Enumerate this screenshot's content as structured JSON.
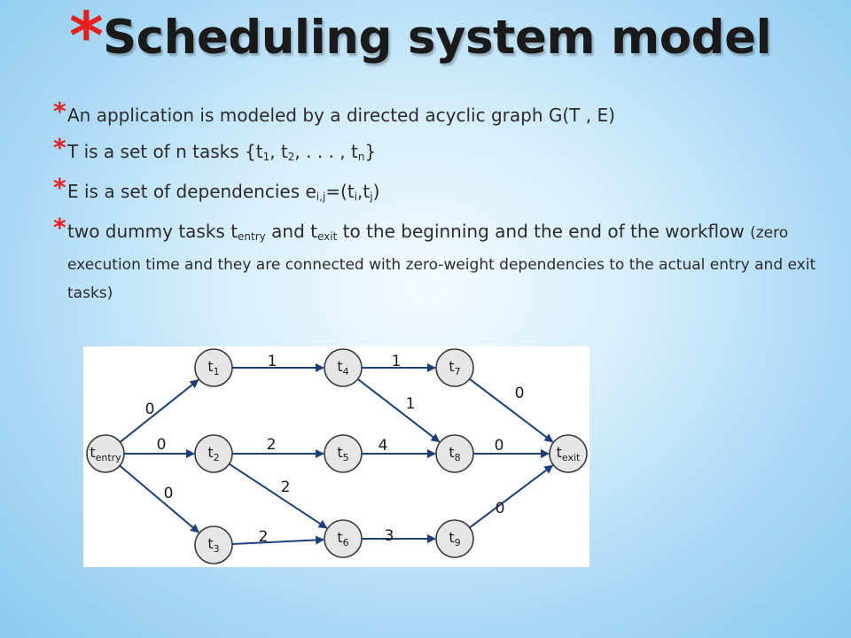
{
  "slide": {
    "title_mark": "*",
    "title": "Scheduling system model"
  },
  "bullets": [
    {
      "mark": "*",
      "text": "An application is modeled by a directed acyclic graph G(T , E)"
    },
    {
      "mark": "*",
      "prefix": "T is a set of n tasks {t",
      "s1": "1",
      "m1": ", t",
      "s2": "2",
      "m2": ", . . . , t",
      "s3": "n",
      "suffix": "}"
    },
    {
      "mark": "*",
      "prefix": "E is a set of dependencies e",
      "s1": "i,j",
      "m1": "=(t",
      "s2": "i",
      "m2": ",t",
      "s3": "j",
      "suffix": ")"
    },
    {
      "mark": "*",
      "prefix": "two dummy tasks t",
      "s1": "entry",
      "m1": " and t",
      "s2": "exit",
      "m2": " to the beginning and the end of the workflow ",
      "small": "(zero execution time and they are connected with zero-weight dependencies to the actual entry and exit tasks)"
    }
  ],
  "graph": {
    "nodes": [
      {
        "id": "tentry",
        "base": "t",
        "sub": "entry"
      },
      {
        "id": "t1",
        "base": "t",
        "sub": "1"
      },
      {
        "id": "t2",
        "base": "t",
        "sub": "2"
      },
      {
        "id": "t3",
        "base": "t",
        "sub": "3"
      },
      {
        "id": "t4",
        "base": "t",
        "sub": "4"
      },
      {
        "id": "t5",
        "base": "t",
        "sub": "5"
      },
      {
        "id": "t6",
        "base": "t",
        "sub": "6"
      },
      {
        "id": "t7",
        "base": "t",
        "sub": "7"
      },
      {
        "id": "t8",
        "base": "t",
        "sub": "8"
      },
      {
        "id": "t9",
        "base": "t",
        "sub": "9"
      },
      {
        "id": "texit",
        "base": "t",
        "sub": "exit"
      }
    ],
    "edges": [
      {
        "from": "tentry",
        "to": "t1",
        "weight": "0"
      },
      {
        "from": "tentry",
        "to": "t2",
        "weight": "0"
      },
      {
        "from": "tentry",
        "to": "t3",
        "weight": "0"
      },
      {
        "from": "t1",
        "to": "t4",
        "weight": "1"
      },
      {
        "from": "t2",
        "to": "t5",
        "weight": "2"
      },
      {
        "from": "t2",
        "to": "t6",
        "weight": "2"
      },
      {
        "from": "t3",
        "to": "t6",
        "weight": "2"
      },
      {
        "from": "t4",
        "to": "t7",
        "weight": "1"
      },
      {
        "from": "t4",
        "to": "t8",
        "weight": "1"
      },
      {
        "from": "t5",
        "to": "t8",
        "weight": "4"
      },
      {
        "from": "t6",
        "to": "t9",
        "weight": "3"
      },
      {
        "from": "t7",
        "to": "texit",
        "weight": "0"
      },
      {
        "from": "t8",
        "to": "texit",
        "weight": "0"
      },
      {
        "from": "t9",
        "to": "texit",
        "weight": "0"
      }
    ]
  }
}
